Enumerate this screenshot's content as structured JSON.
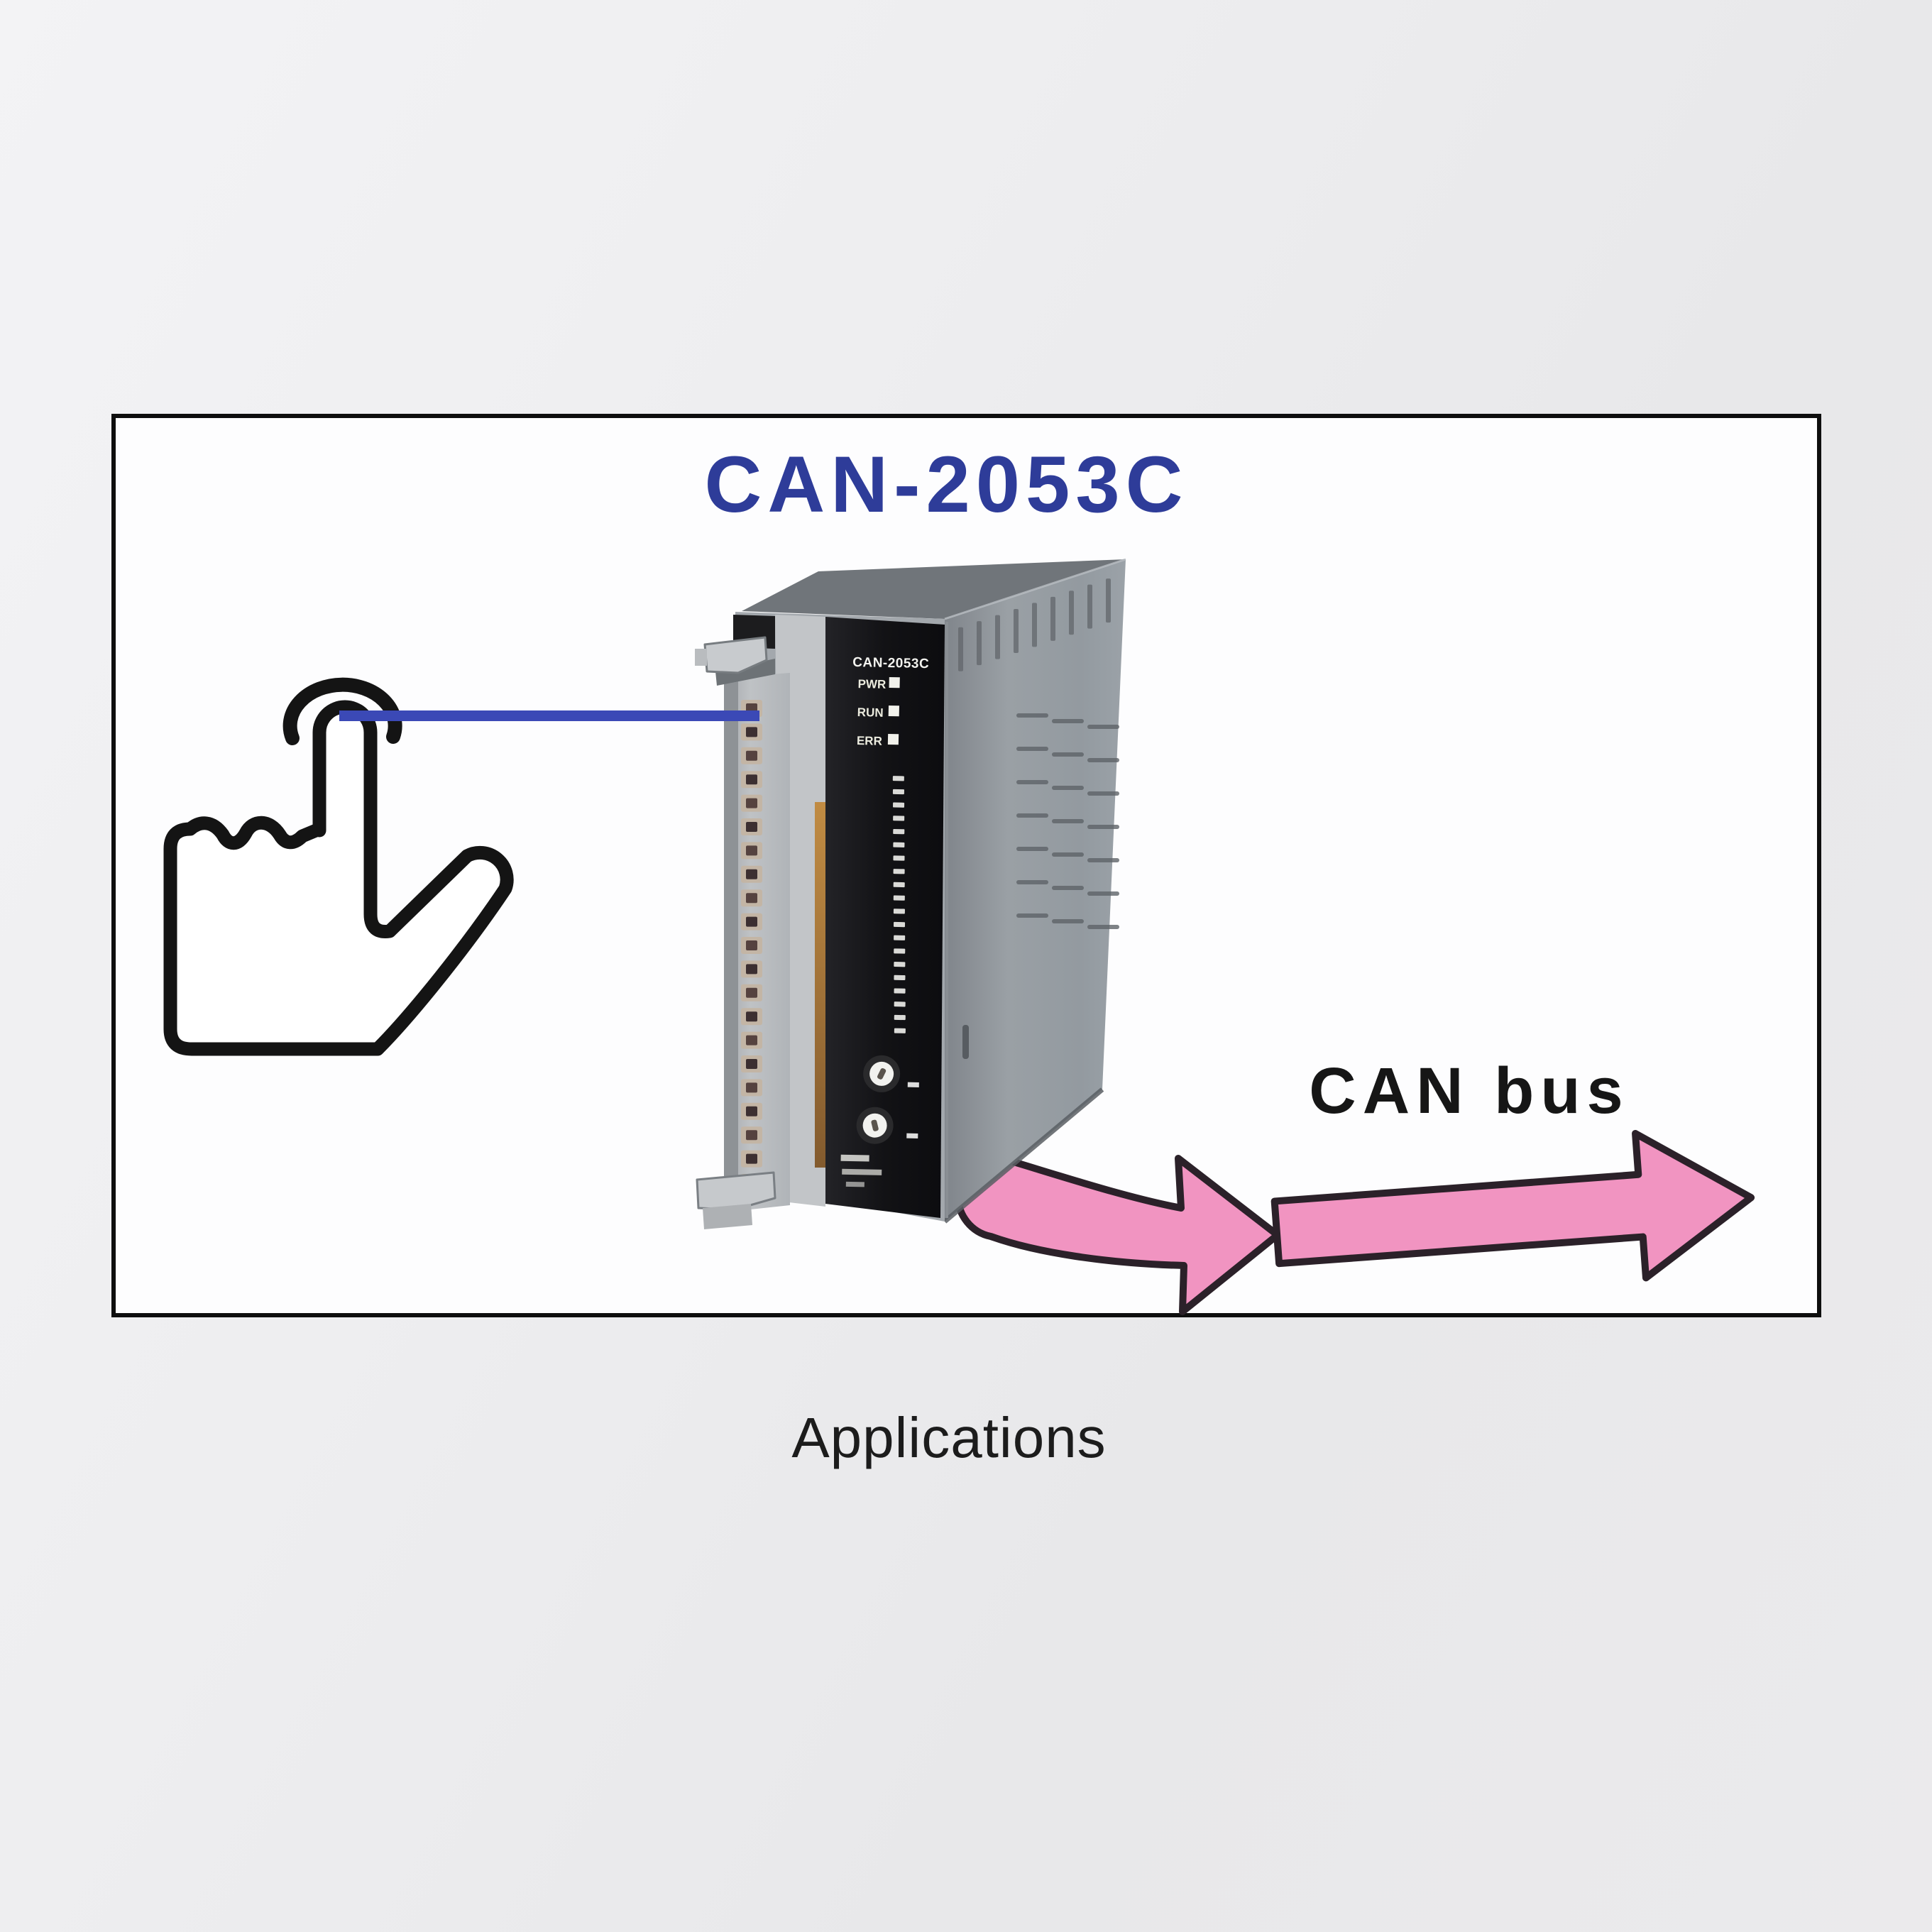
{
  "page": {
    "caption": "Applications"
  },
  "diagram": {
    "title": "CAN-2053C",
    "bus_label": "CAN bus",
    "device": {
      "model_label": "CAN-2053C",
      "led_labels": [
        "PWR",
        "RUN",
        "ERR"
      ]
    },
    "colors": {
      "title_blue": "#2e3c99",
      "connection_line_blue": "#3b49b6",
      "arrow_pink": "#f194c1",
      "arrow_outline": "#2b2129",
      "box_border": "#0e0e0e",
      "box_background": "#fdfdfe"
    }
  }
}
